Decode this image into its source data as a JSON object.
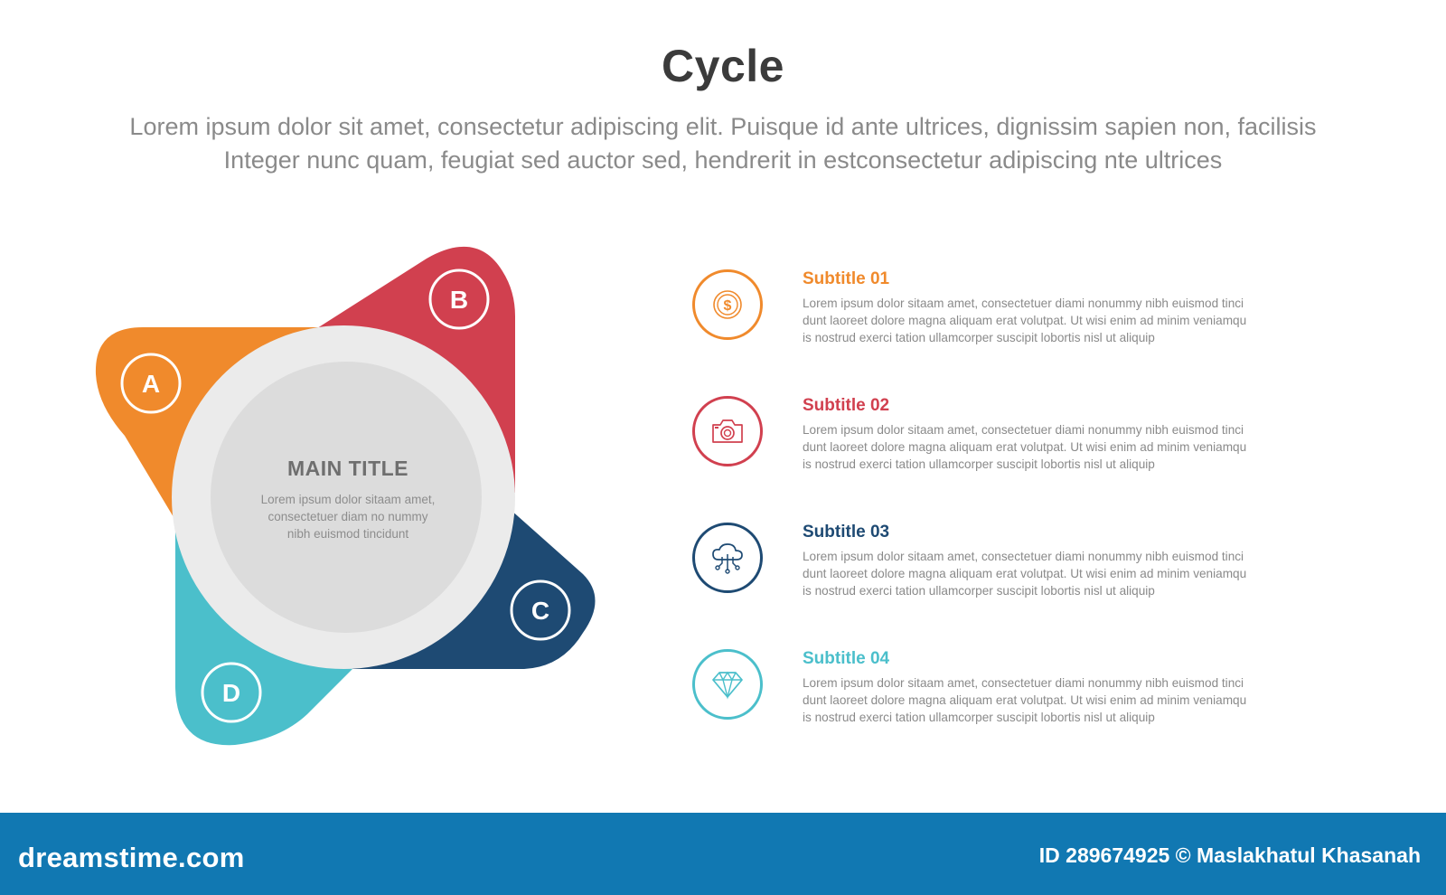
{
  "header": {
    "title": "Cycle",
    "intro_lines": [
      "Lorem ipsum dolor sit amet, consectetur adipiscing elit. Puisque id ante ultrices, dignissim sapien non, facilisis",
      "Integer nunc quam, feugiat sed auctor sed, hendrerit in estconsectetur adipiscing nte ultrices"
    ]
  },
  "center": {
    "title": "MAIN TITLE",
    "lines": [
      "Lorem ipsum dolor sitaam amet,",
      "consectetuer diam no nummy",
      "nibh euismod tincidunt"
    ]
  },
  "segments": [
    {
      "letter": "A",
      "color": "#f08a2c"
    },
    {
      "letter": "B",
      "color": "#d1404f"
    },
    {
      "letter": "C",
      "color": "#1e4a73"
    },
    {
      "letter": "D",
      "color": "#4bbfcb"
    }
  ],
  "items": [
    {
      "subtitle": "Subtitle 01",
      "color": "#f08a2c",
      "icon": "dollar-coin-icon",
      "lines": [
        "Lorem ipsum dolor sitaam amet, consectetuer diami nonummy  nibh euismod tinci",
        "dunt laoreet dolore magna aliquam erat volutpat. Ut wisi enim ad minim veniamqu",
        "is nostrud exerci tation ullamcorper suscipit lobortis nisl ut aliquip"
      ]
    },
    {
      "subtitle": "Subtitle 02",
      "color": "#d1404f",
      "icon": "camera-icon",
      "lines": [
        "Lorem ipsum dolor sitaam amet, consectetuer diami nonummy  nibh euismod tinci",
        "dunt laoreet dolore magna aliquam erat volutpat. Ut wisi enim ad minim veniamqu",
        "is nostrud exerci tation ullamcorper suscipit lobortis nisl ut aliquip"
      ]
    },
    {
      "subtitle": "Subtitle 03",
      "color": "#1e4a73",
      "icon": "cloud-network-icon",
      "lines": [
        "Lorem ipsum dolor sitaam amet, consectetuer diami nonummy  nibh euismod tinci",
        "dunt laoreet dolore magna aliquam erat volutpat. Ut wisi enim ad minim veniamqu",
        "is nostrud exerci tation ullamcorper suscipit lobortis nisl ut aliquip"
      ]
    },
    {
      "subtitle": "Subtitle 04",
      "color": "#4bbfcb",
      "icon": "diamond-icon",
      "lines": [
        "Lorem ipsum dolor sitaam amet, consectetuer diami nonummy  nibh euismod tinci",
        "dunt laoreet dolore magna aliquam erat volutpat. Ut wisi enim ad minim veniamqu",
        "is nostrud exerci tation ullamcorper suscipit lobortis nisl ut aliquip"
      ]
    }
  ],
  "footer": {
    "brand": "dreamstime.com",
    "credit": "ID 289674925 © Maslakhatul Khasanah",
    "color": "#1178b2"
  }
}
